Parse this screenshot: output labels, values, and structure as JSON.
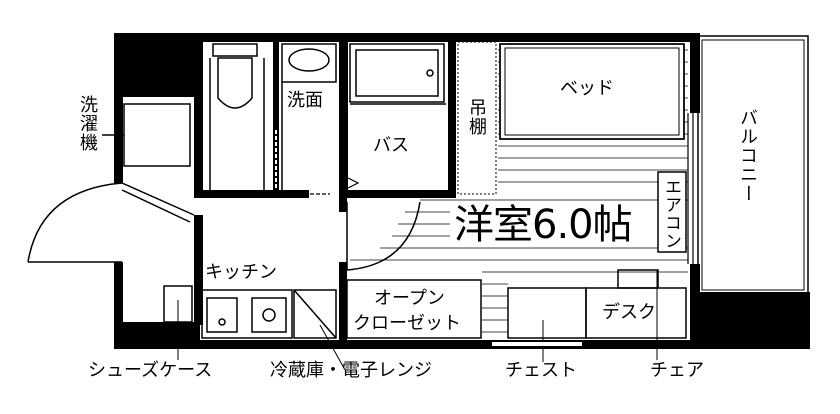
{
  "rooms": {
    "western_room": "洋室6.0帖",
    "bath": "バス",
    "washroom": "洗面",
    "kitchen": "キッチン",
    "balcony": "バルコニー",
    "open_closet_line1": "オープン",
    "open_closet_line2": "クローゼット"
  },
  "furniture": {
    "bed": "ベッド",
    "desk": "デスク",
    "aircon": "エアコン",
    "hanging_shelf": "吊棚",
    "washing_machine": "洗濯機"
  },
  "callouts": {
    "shoe_case": "シューズケース",
    "fridge_microwave": "冷蔵庫・電子レンジ",
    "chest": "チェスト",
    "chair": "チェア"
  },
  "colors": {
    "wall": "#000000",
    "background": "#ffffff",
    "detail": "#444444"
  }
}
